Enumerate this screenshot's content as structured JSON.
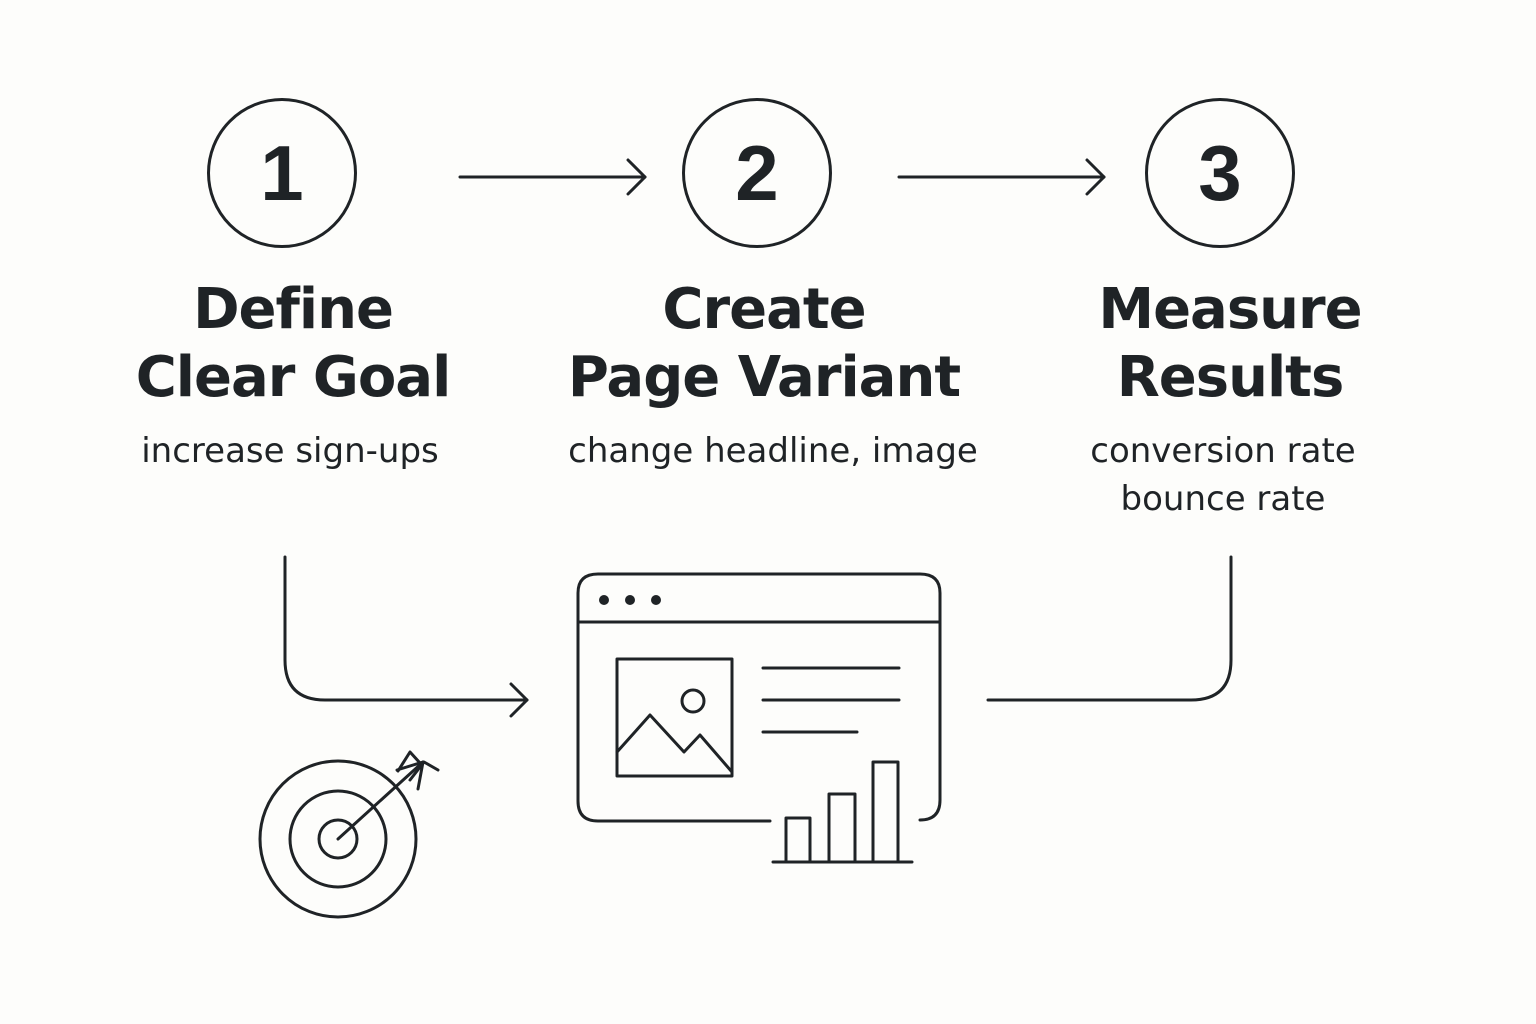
{
  "steps": [
    {
      "number": "1",
      "title_line1": "Define",
      "title_line2": "Clear Goal",
      "note_line1": "increase sign-ups",
      "icon": "target-icon"
    },
    {
      "number": "2",
      "title_line1": "Create",
      "title_line2": "Page Variant",
      "note_line1": "change headline, image",
      "icon": "browser-page-icon"
    },
    {
      "number": "3",
      "title_line1": "Measure",
      "title_line2": "Results",
      "note_line1": "conversion rate",
      "note_line2": "bounce rate",
      "icon": "bar-chart-icon"
    }
  ],
  "colors": {
    "background": "#fdfdfb",
    "ink": "#1f2326"
  }
}
